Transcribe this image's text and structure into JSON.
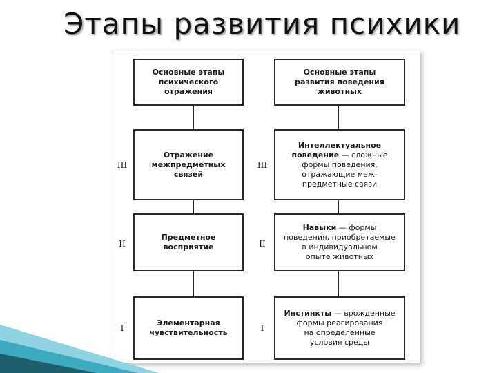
{
  "title": "Этапы развития психики",
  "left_column": {
    "header": "Основные этапы\nпсихического\nотражения",
    "stages": [
      {
        "numeral": "III",
        "text": "Отражение\nмежпредметных\nсвязей"
      },
      {
        "numeral": "II",
        "text": "Предметное\nвосприятие"
      },
      {
        "numeral": "I",
        "text": "Элементарная\nчувствительность"
      }
    ]
  },
  "right_column": {
    "header": "Основные этапы\nразвития поведения\nживотных",
    "stages": [
      {
        "numeral": "III",
        "term": "Интеллектуальное\nповедение",
        "desc": " — сложные\nформы поведения,\nотражающие меж-\nпредметные связи"
      },
      {
        "numeral": "II",
        "term": "Навыки",
        "desc": " — формы\nповедения, приобретаемые\nв индивидуальном\nопыте животных"
      },
      {
        "numeral": "I",
        "term": "Инстинкты",
        "desc": " — врожденные\nформы реагирования\nна определенные\nусловия среды"
      }
    ]
  },
  "colors": {
    "corner_dark": "#1f5f6e",
    "corner_light": "#8fd3e0",
    "corner_mid": "#3fa9c0"
  }
}
